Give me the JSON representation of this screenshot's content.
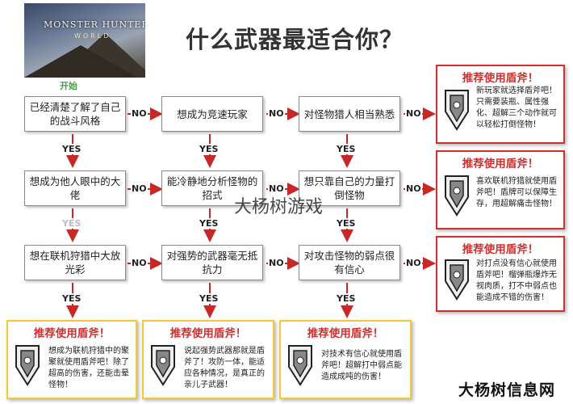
{
  "logo": {
    "title": "MONSTER HUNTER",
    "subtitle": "WORLD"
  },
  "title": "什么武器最适合你？",
  "start": "开始",
  "yes": "YES",
  "no": "NO",
  "questions": [
    "已经清楚了解了自己的战斗风格",
    "想成为竞速玩家",
    "对怪物猎人相当熟悉",
    "想成为他人眼中的大佬",
    "能冷静地分析怪物的招式",
    "想只靠自己的力量打倒怪物",
    "想在联机狩猎中大放光彩",
    "对强势的武器毫无抵抗力",
    "对攻击怪物的弱点很有信心"
  ],
  "recommend_title": "推荐使用盾斧！",
  "recommendations": [
    "新玩家就选择盾斧吧！只需要装瓶、属性强化、超解三个动作就可以轻松打倒怪物！",
    "喜欢联机狩猎就使用盾斧吧！盾牌可以保障生存，用超解痛击怪物！",
    "对打点没有信心就使用盾斧吧！榴弹瓶爆炸无视肉质，打不中弱点也能造成不错的伤害！",
    "想成为联机狩猎中的聚聚就使用盾斧吧！除了超高的伤害，还能击晕怪物！",
    "说起强势武器那就是盾斧了！攻防一体，能适应各种情况，是真正的亲儿子武器！",
    "对技术有信心就使用盾斧吧！超解打中弱点能造成成吨的伤害！"
  ],
  "watermark": "大杨树游戏",
  "watermark_site": "大杨树信息网",
  "colors": {
    "red": "#d32f2f",
    "yellow": "#f3c93a",
    "green": "#43a047"
  }
}
